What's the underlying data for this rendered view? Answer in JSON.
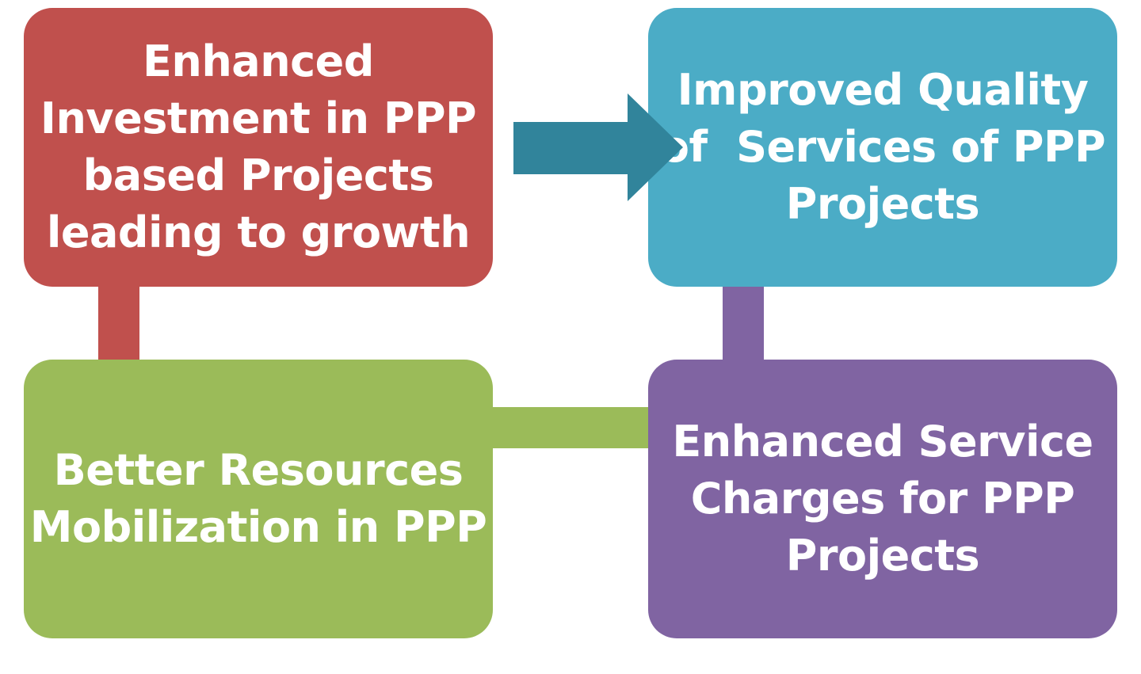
{
  "boxes": {
    "top_left": {
      "lines": [
        "Enhanced",
        "Investment in PPP",
        "based Projects",
        "leading to growth"
      ],
      "color": "#C0504D"
    },
    "top_right": {
      "lines": [
        "Improved Quality",
        "of  Services of PPP",
        "Projects"
      ],
      "color": "#4BACC6"
    },
    "bottom_left": {
      "lines": [
        "Better Resources",
        "Mobilization in PPP"
      ],
      "color": "#9BBB59"
    },
    "bottom_right": {
      "lines": [
        "Enhanced Service",
        "Charges for PPP",
        "Projects"
      ],
      "color": "#8064A2"
    }
  },
  "arrow": {
    "color": "#31849B",
    "icon": "right-arrow-icon"
  }
}
